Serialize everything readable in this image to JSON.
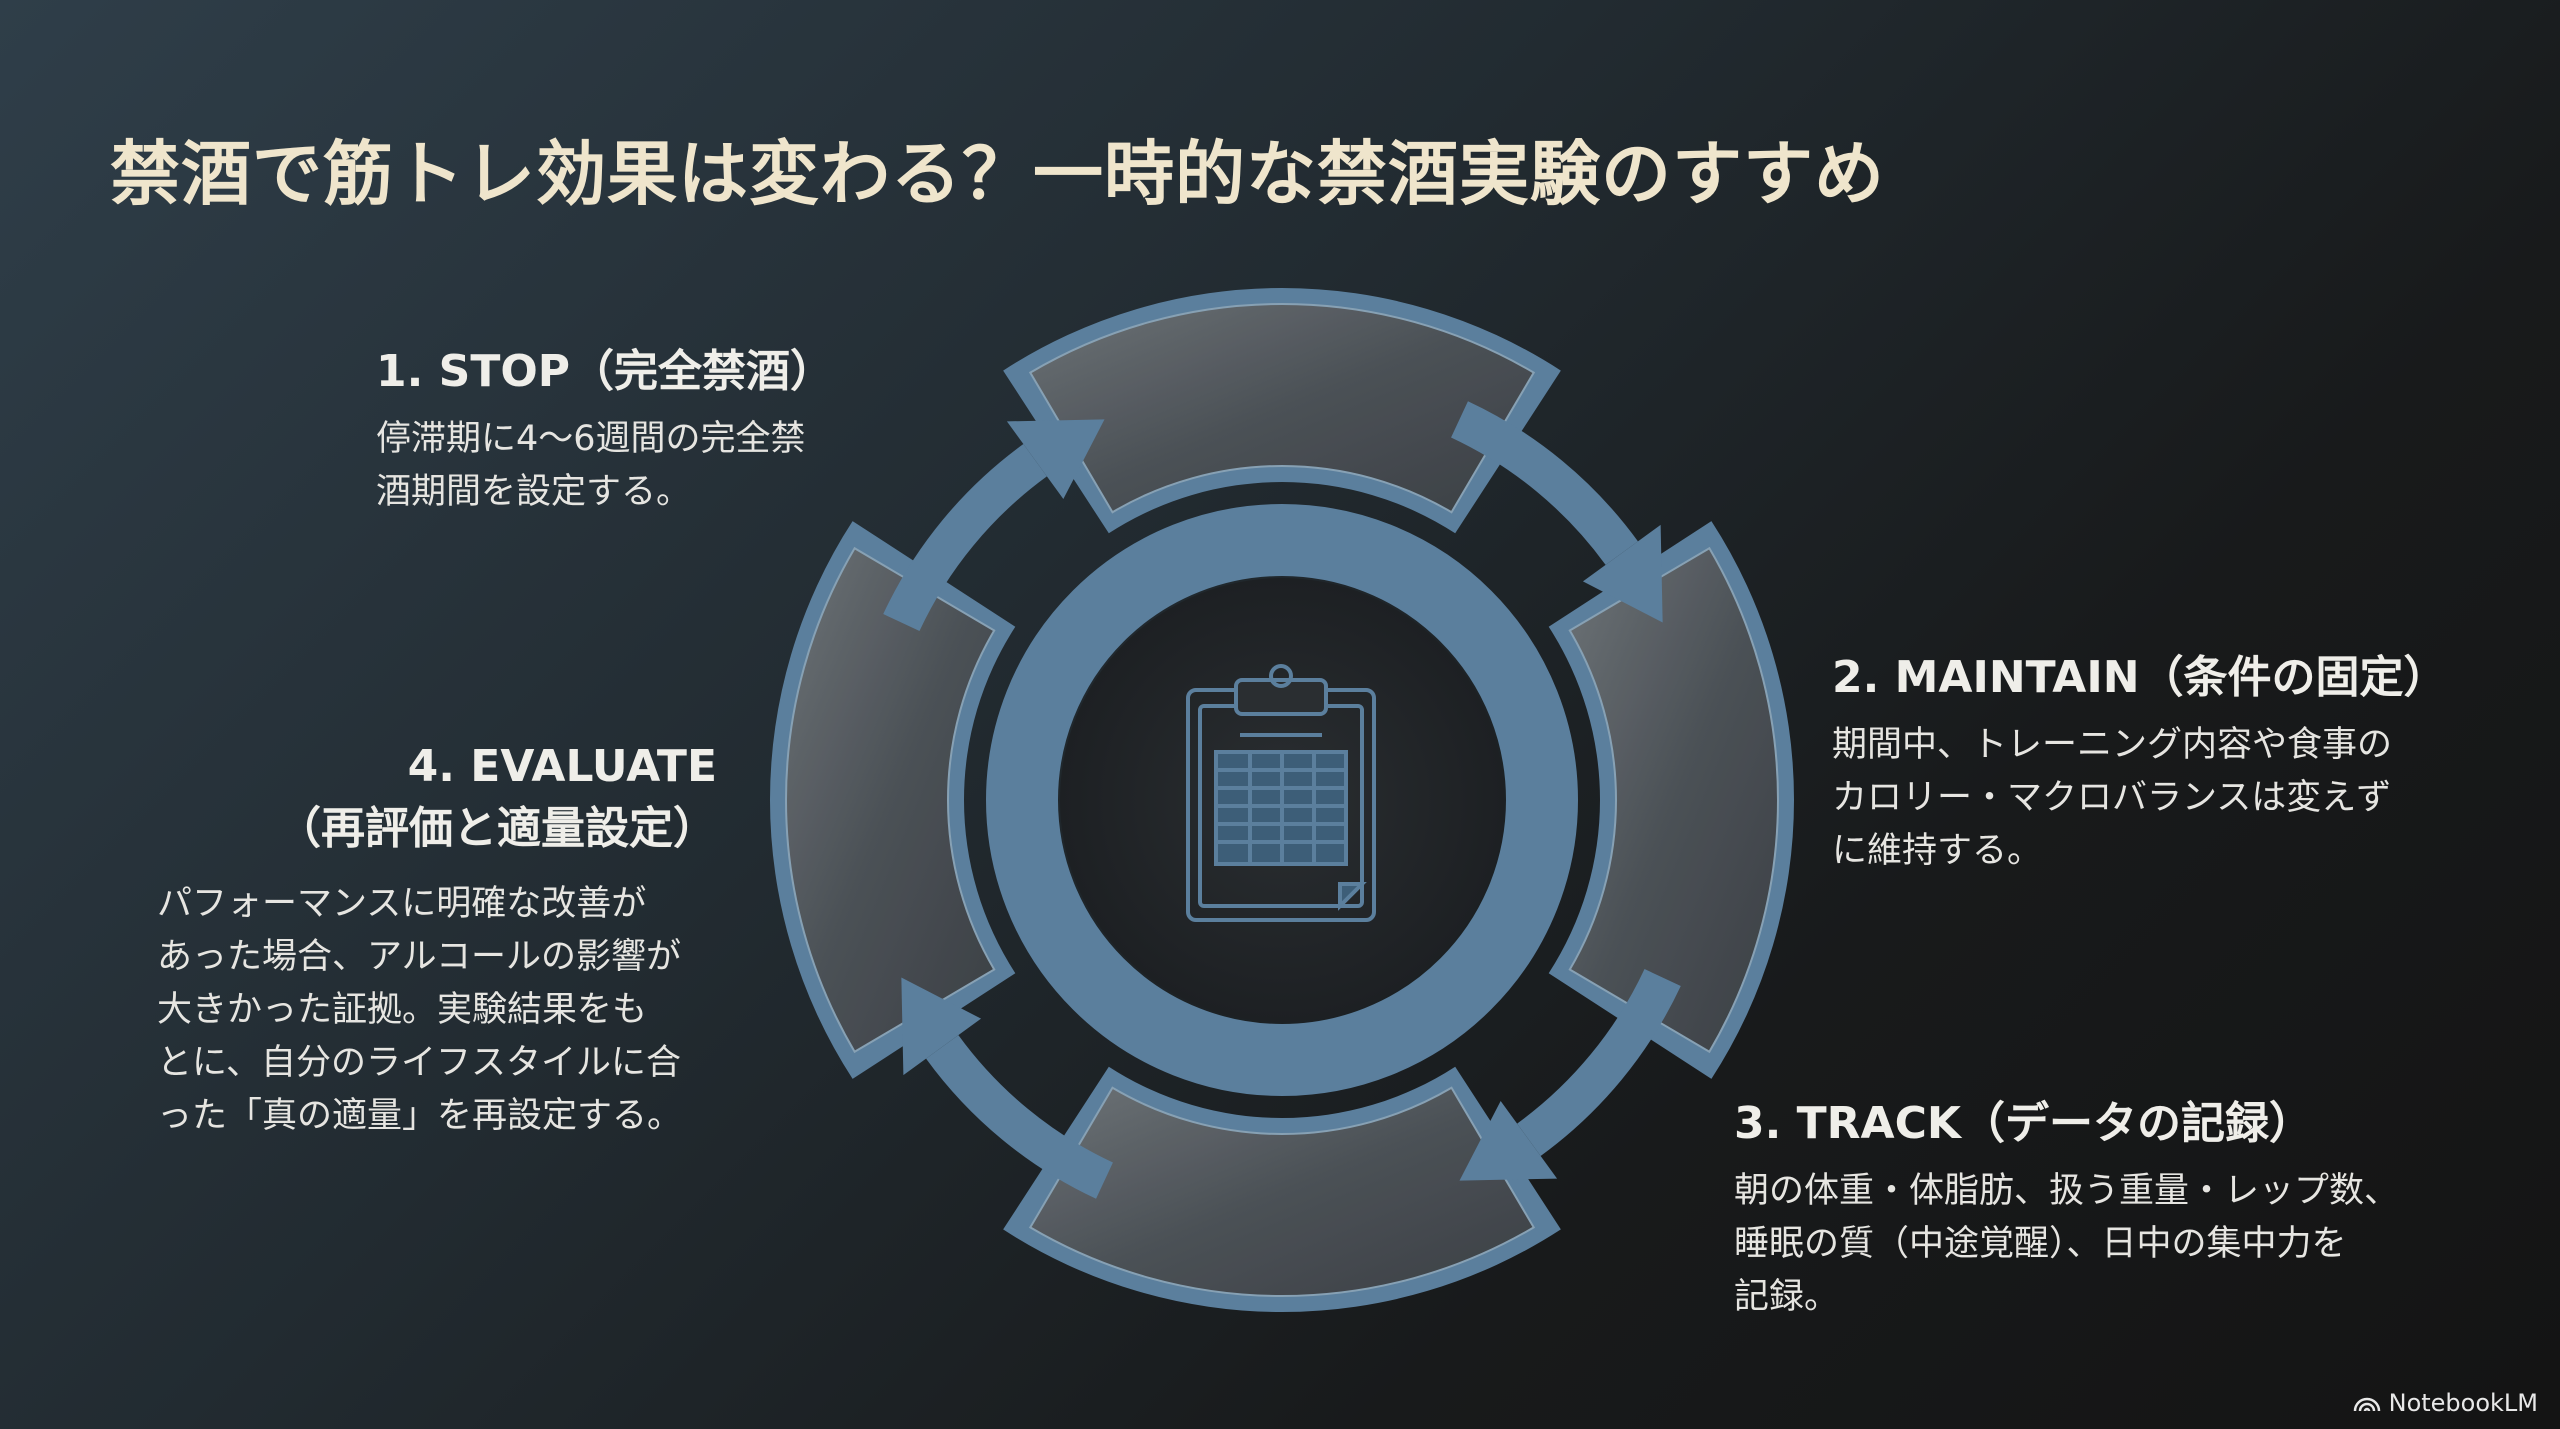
{
  "title": "禁酒で筋トレ効果は変わる？一時的な禁酒実験のすすめ",
  "steps": [
    {
      "heading": "1. STOP（完全禁酒）",
      "body": "停滞期に4〜6週間の完全禁\n酒期間を設定する。"
    },
    {
      "heading": "2. MAINTAIN（条件の固定）",
      "body": "期間中、トレーニング内容や食事の\nカロリー・マクロバランスは変えず\nに維持する。"
    },
    {
      "heading": "3. TRACK（データの記録）",
      "body": "朝の体重・体脂肪、扱う重量・レップ数、\n睡眠の質（中途覚醒）、日中の集中力を\n記録。"
    },
    {
      "heading_line1": "4. EVALUATE",
      "heading_line2": "（再評価と適量設定）",
      "body": "パフォーマンスに明確な改善が\nあった場合、アルコールの影響が\n大きかった証拠。実験結果をも\nとに、自分のライフスタイルに合\nった「真の適量」を再設定する。"
    }
  ],
  "center_icon": "clipboard-table-icon",
  "footer": {
    "brand": "NotebookLM",
    "icon": "notebooklm-logo-icon"
  },
  "colors": {
    "accent": "#5b7f9d",
    "title": "#efe5cc",
    "segment": "#55595d"
  }
}
